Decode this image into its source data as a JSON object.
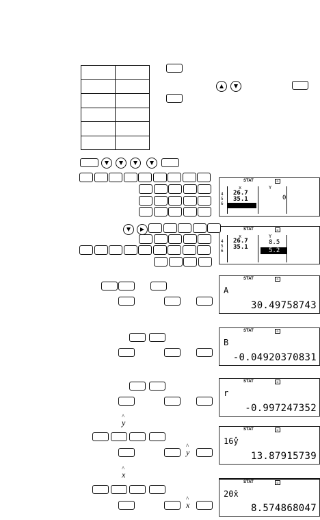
{
  "screens": [
    {
      "indicator": "STAT",
      "mode": "D",
      "col_x": "x",
      "col_y": "Y",
      "rows": [
        "4",
        "5",
        "6"
      ],
      "x_vals": [
        "26.7",
        "35.1",
        ""
      ],
      "y_vals": [
        "0"
      ]
    },
    {
      "indicator": "STAT",
      "mode": "D",
      "col_x": "x",
      "col_y": "Y",
      "rows": [
        "4",
        "5",
        "6"
      ],
      "x_vals": [
        "26.7",
        "35.1",
        ""
      ],
      "y_vals": [
        "8.5",
        "5.2"
      ]
    },
    {
      "indicator": "STAT",
      "mode": "D",
      "expr": "A",
      "result": "30.49758743"
    },
    {
      "indicator": "STAT",
      "mode": "D",
      "expr": "B",
      "result": "-0.04920370831"
    },
    {
      "indicator": "STAT",
      "mode": "D",
      "expr": "r",
      "result": "-0.997247352"
    },
    {
      "indicator": "STAT",
      "mode": "D",
      "expr": "16ŷ",
      "result": "13.87915739"
    },
    {
      "indicator": "STAT",
      "mode": "D",
      "expr": "20x̂",
      "result": "8.574868047"
    }
  ],
  "symbols": {
    "y_hat": "y",
    "x_hat": "x"
  }
}
